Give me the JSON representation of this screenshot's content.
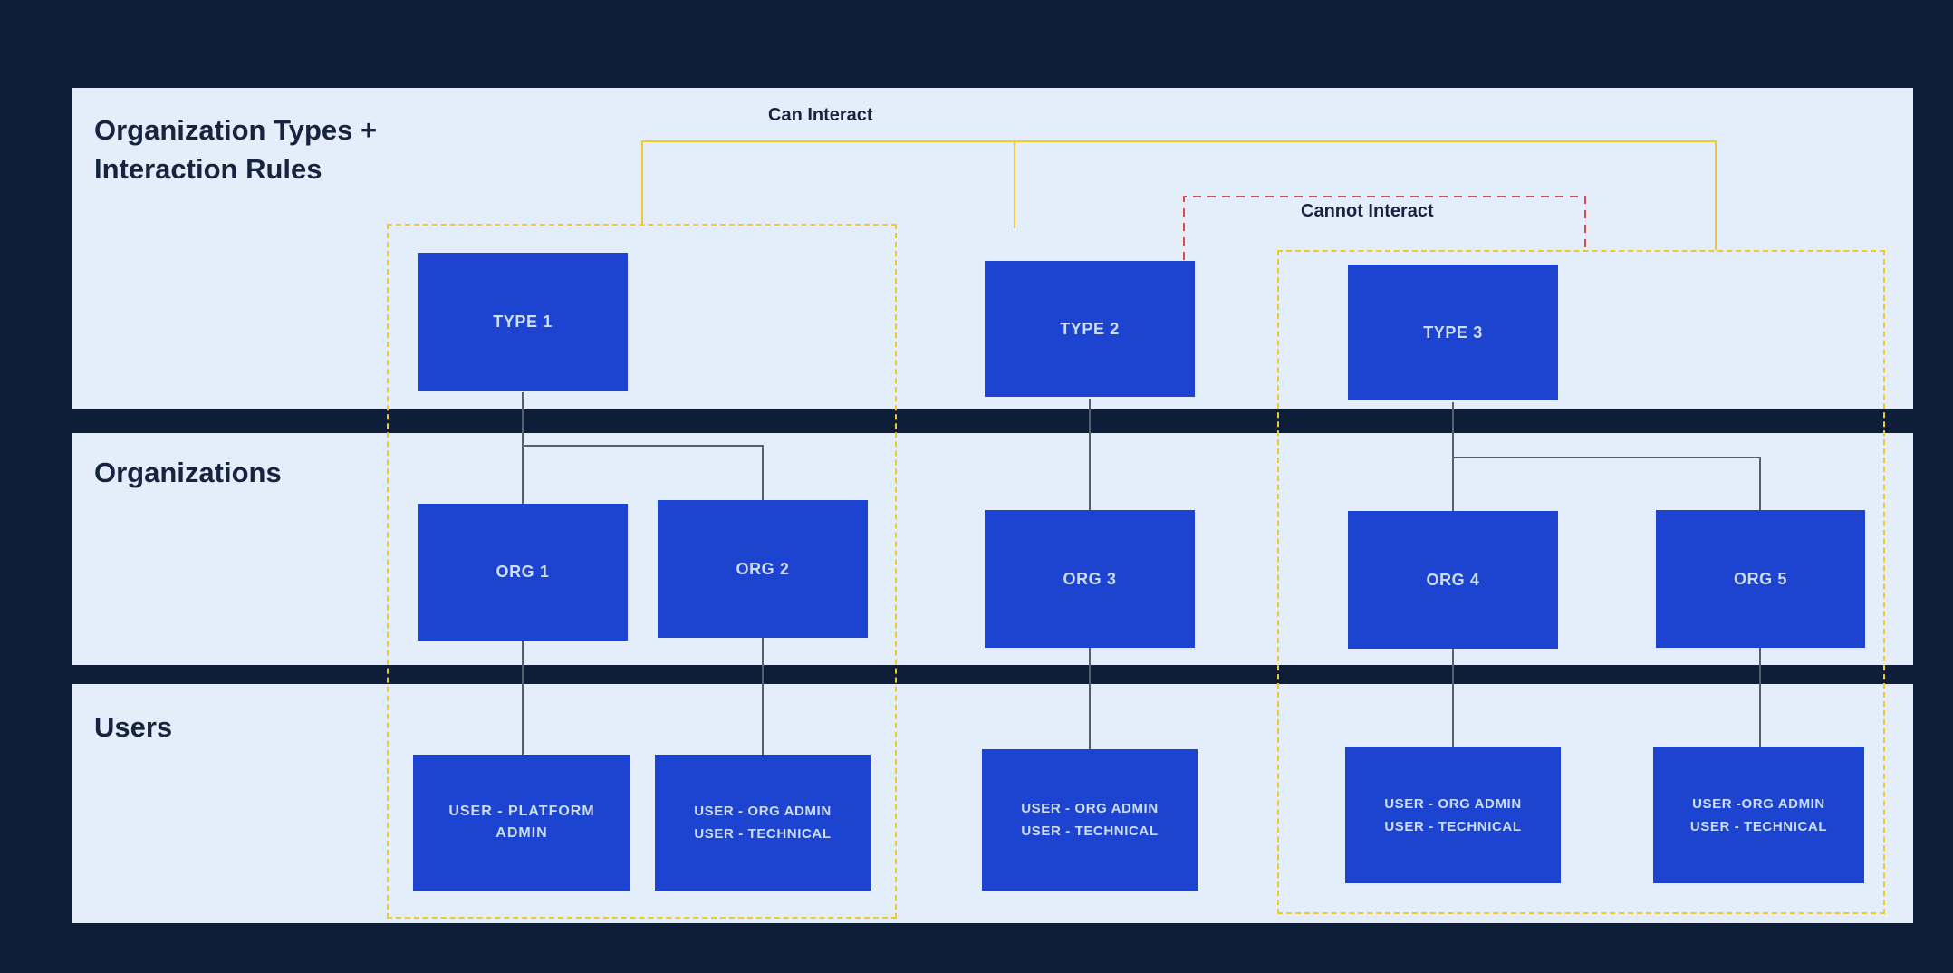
{
  "colors": {
    "background": "#0e1e38",
    "band": "#e4edfa",
    "node": "#1c44d0",
    "node-text": "#cdddf6",
    "heading": "#16243f",
    "yellow": "#eec931",
    "red": "#d45050",
    "connector": "#555f6d"
  },
  "headings": {
    "types_line1": "Organization Types +",
    "types_line2": "Interaction Rules",
    "organizations": "Organizations",
    "users": "Users"
  },
  "legend": {
    "can_interact": "Can Interact",
    "cannot_interact": "Cannot Interact"
  },
  "types": [
    {
      "label": "TYPE 1"
    },
    {
      "label": "TYPE 2"
    },
    {
      "label": "TYPE 3"
    }
  ],
  "orgs": [
    {
      "label": "ORG 1"
    },
    {
      "label": "ORG 2"
    },
    {
      "label": "ORG 3"
    },
    {
      "label": "ORG 4"
    },
    {
      "label": "ORG 5"
    }
  ],
  "users": [
    {
      "line1": "USER - PLATFORM",
      "line2": "ADMIN"
    },
    {
      "line1": "USER - ORG ADMIN",
      "line2": "USER - TECHNICAL"
    },
    {
      "line1": "USER - ORG ADMIN",
      "line2": "USER - TECHNICAL"
    },
    {
      "line1": "USER - ORG ADMIN",
      "line2": "USER - TECHNICAL"
    },
    {
      "line1": "USER -ORG  ADMIN",
      "line2": "USER - TECHNICAL"
    }
  ]
}
